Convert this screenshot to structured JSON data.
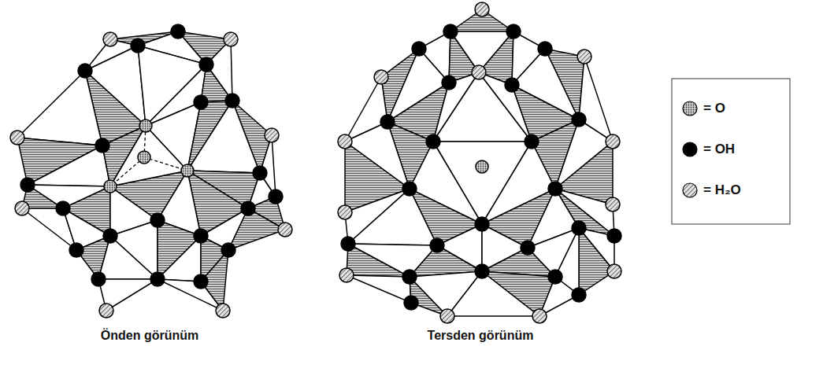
{
  "diagram": {
    "labels": [
      "Önden görünüm",
      "Tersden görünüm"
    ],
    "legend": [
      {
        "text": "= O"
      },
      {
        "text": "= OH"
      },
      {
        "text": "= H₂O"
      }
    ]
  }
}
